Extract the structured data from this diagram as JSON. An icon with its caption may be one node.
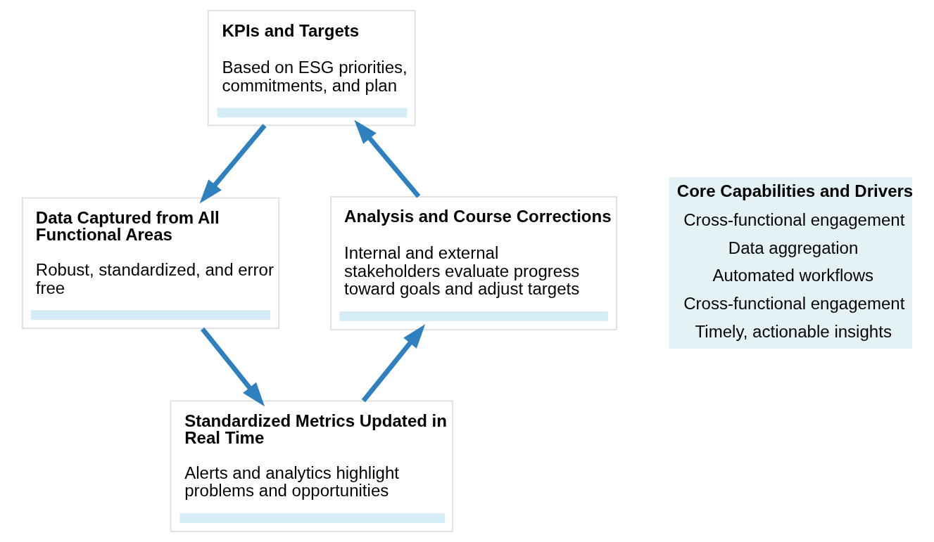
{
  "diagram": {
    "nodes": [
      {
        "text": [
          "KPIs and Targets",
          "Based on ESG priorities, commitments, and plan"
        ]
      },
      {
        "text": [
          "Data Captured from All Functional Areas",
          "Robust, standardized, and error free"
        ]
      },
      {
        "text": [
          "Standardized Metrics Updated in Real Time",
          "Alerts and analytics highlight problems and opportunities"
        ]
      },
      {
        "text": [
          "Analysis and Course Corrections",
          "Internal and external stakeholders evaluate progress toward goals and adjust targets"
        ]
      },
      {
        "text": [
          "Core Capabilities and Drivers",
          "Cross-functional engagement",
          "Data aggregation",
          "Automated workflows",
          "Cross-functional engagement",
          "Timely, actionable insights"
        ]
      }
    ],
    "edges": [
      {
        "from": 0,
        "to": 1,
        "arrow": "to"
      },
      {
        "from": 1,
        "to": 2,
        "arrow": "to"
      },
      {
        "from": 2,
        "to": 3,
        "arrow": "to"
      },
      {
        "from": 3,
        "to": 0,
        "arrow": "to"
      }
    ]
  }
}
